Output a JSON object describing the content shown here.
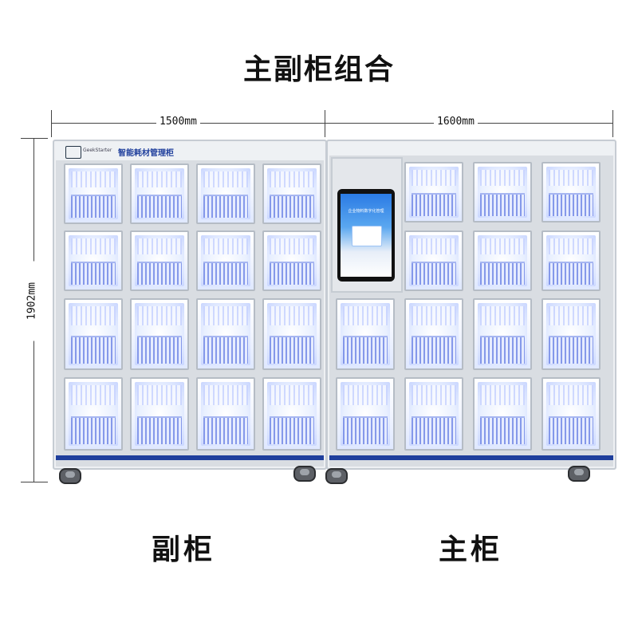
{
  "title": "主副柜组合",
  "dimensions": {
    "width_left": "1500mm",
    "width_right": "1600mm",
    "height": "1902mm"
  },
  "brand": {
    "logo_text": "GeekStarter",
    "name": "智能耗材管理柜"
  },
  "screen": {
    "text": "企业物料数字化管理"
  },
  "captions": {
    "left": "副柜",
    "right": "主柜"
  },
  "colors": {
    "accent_blue": "#1f3f9c",
    "cabinet_gray": "#d9dde2",
    "locker_glow": "#e9f0ff"
  }
}
